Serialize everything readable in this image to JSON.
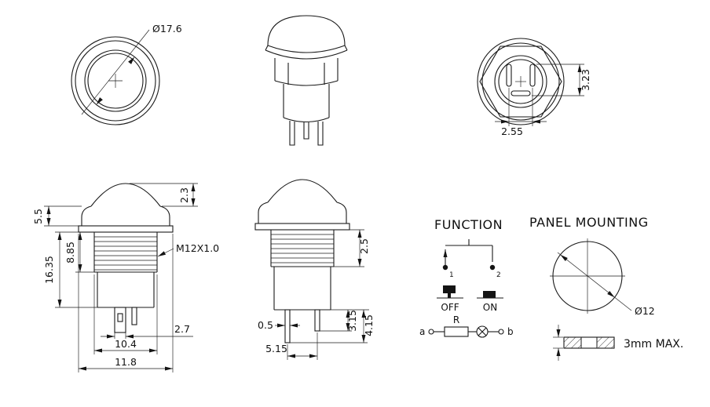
{
  "front": {
    "dia": "Ø17.6"
  },
  "rear": {
    "pitch": "2.55",
    "height": "3.23"
  },
  "section": {
    "cap": "5.5",
    "dome": "2.3",
    "body": "16.35",
    "thread_len": "8.85",
    "thread": "M12X1.0",
    "pin": "2.7",
    "w1": "10.4",
    "w2": "11.8"
  },
  "side": {
    "exposed": "2.5",
    "pin_t": "0.5",
    "pitch": "5.15",
    "short": "3.15",
    "long": "4.15"
  },
  "function": {
    "title": "FUNCTION",
    "c1": "1",
    "c2": "2",
    "off": "OFF",
    "on": "ON",
    "a": "a",
    "b": "b",
    "r": "R"
  },
  "panel": {
    "title": "PANEL MOUNTING",
    "dia": "Ø12",
    "max": "3mm MAX."
  }
}
